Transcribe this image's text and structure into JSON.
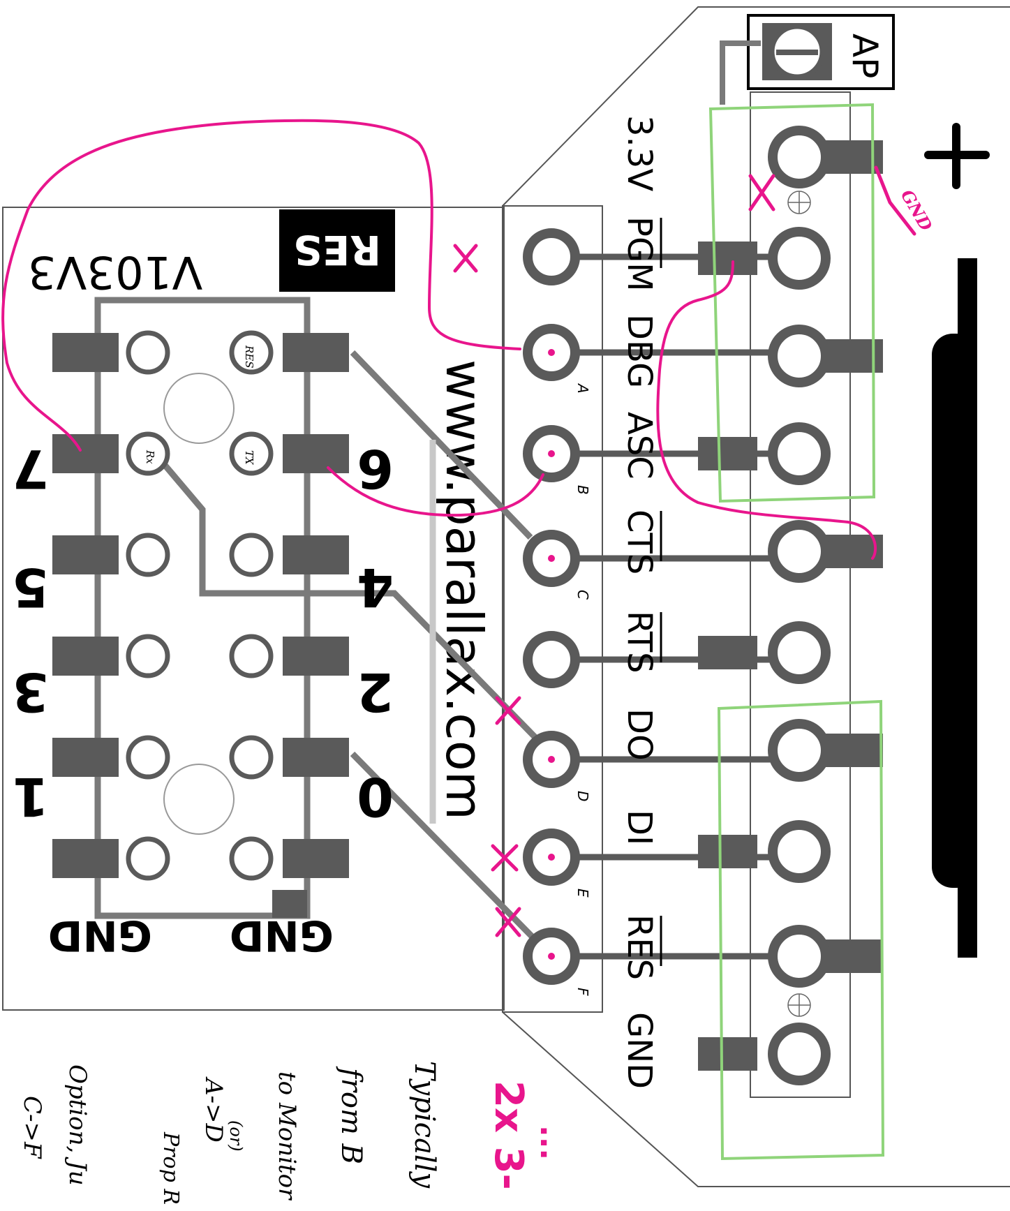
{
  "board": {
    "model_label": "V103V3",
    "reset_label": "RES",
    "website": "www.parallax.com",
    "gnd_label_top": "GND",
    "gnd_label_bottom": "GND"
  },
  "dip_pins": {
    "right_row": [
      "6",
      "4",
      "2",
      "0"
    ],
    "left_row": [
      "7",
      "5",
      "3",
      "1"
    ],
    "small_labels": {
      "res": "RES",
      "tx": "TX",
      "rx": "Rx"
    }
  },
  "header_pins": [
    "3.3V",
    "PGM",
    "DBG",
    "ASC",
    "CTS",
    "RTS",
    "DO",
    "DI",
    "RES",
    "GND"
  ],
  "header_pad_letters": [
    "A",
    "B",
    "C",
    "D",
    "E",
    "F"
  ],
  "adapter_label": "AP",
  "annotations": {
    "gnd_note": "GND",
    "plus_mark": "+",
    "series_note": "2x 3-",
    "dots": "...",
    "hand_note": [
      "Typically",
      "from B",
      "to Monitor",
      "A->D",
      "(or)",
      "Prop R",
      "Option, Ju",
      "C->F"
    ]
  },
  "colors": {
    "trace": "#7a7a7a",
    "copper": "#5a5a5a",
    "wire": "#e8158c",
    "highlight": "#8fd47a",
    "ink": "#000000"
  }
}
